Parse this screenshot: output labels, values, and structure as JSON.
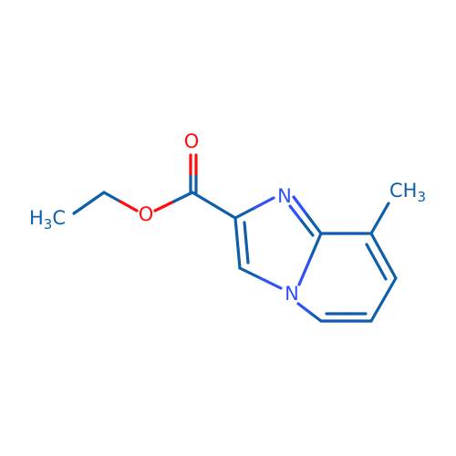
{
  "molecule": {
    "colors": {
      "carbon_bond": "#0f5fa8",
      "nitrogen": "#3050f8",
      "oxygen": "#ff0d0d",
      "background": "#ffffff"
    },
    "atoms": {
      "carbonyl_o": {
        "symbol": "O",
        "color": "oxygen"
      },
      "ester_o": {
        "symbol": "O",
        "color": "oxygen"
      },
      "n_imidazole": {
        "symbol": "N",
        "color": "nitrogen"
      },
      "n_bridge": {
        "symbol": "N",
        "color": "nitrogen"
      },
      "ethyl_ch3": {
        "main": "H",
        "sub": "3",
        "tail": "C",
        "color": "carbon_bond"
      },
      "methyl_ch3": {
        "main": "CH",
        "sub": "3",
        "color": "carbon_bond"
      }
    }
  }
}
